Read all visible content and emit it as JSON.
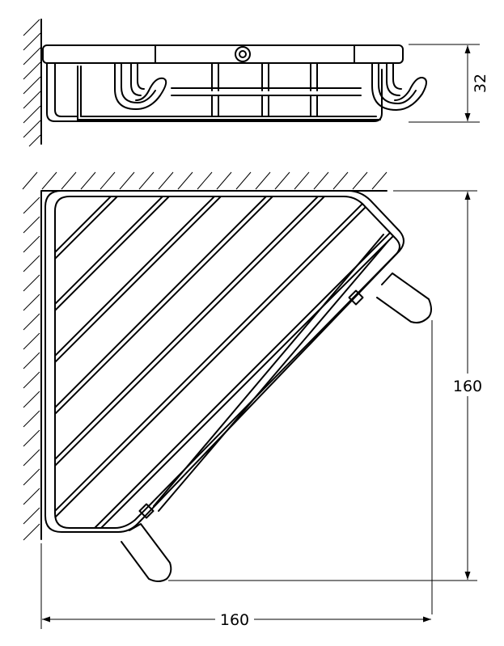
{
  "dimensions": {
    "top_height": "32",
    "right_height": "160",
    "bottom_width": "160"
  }
}
